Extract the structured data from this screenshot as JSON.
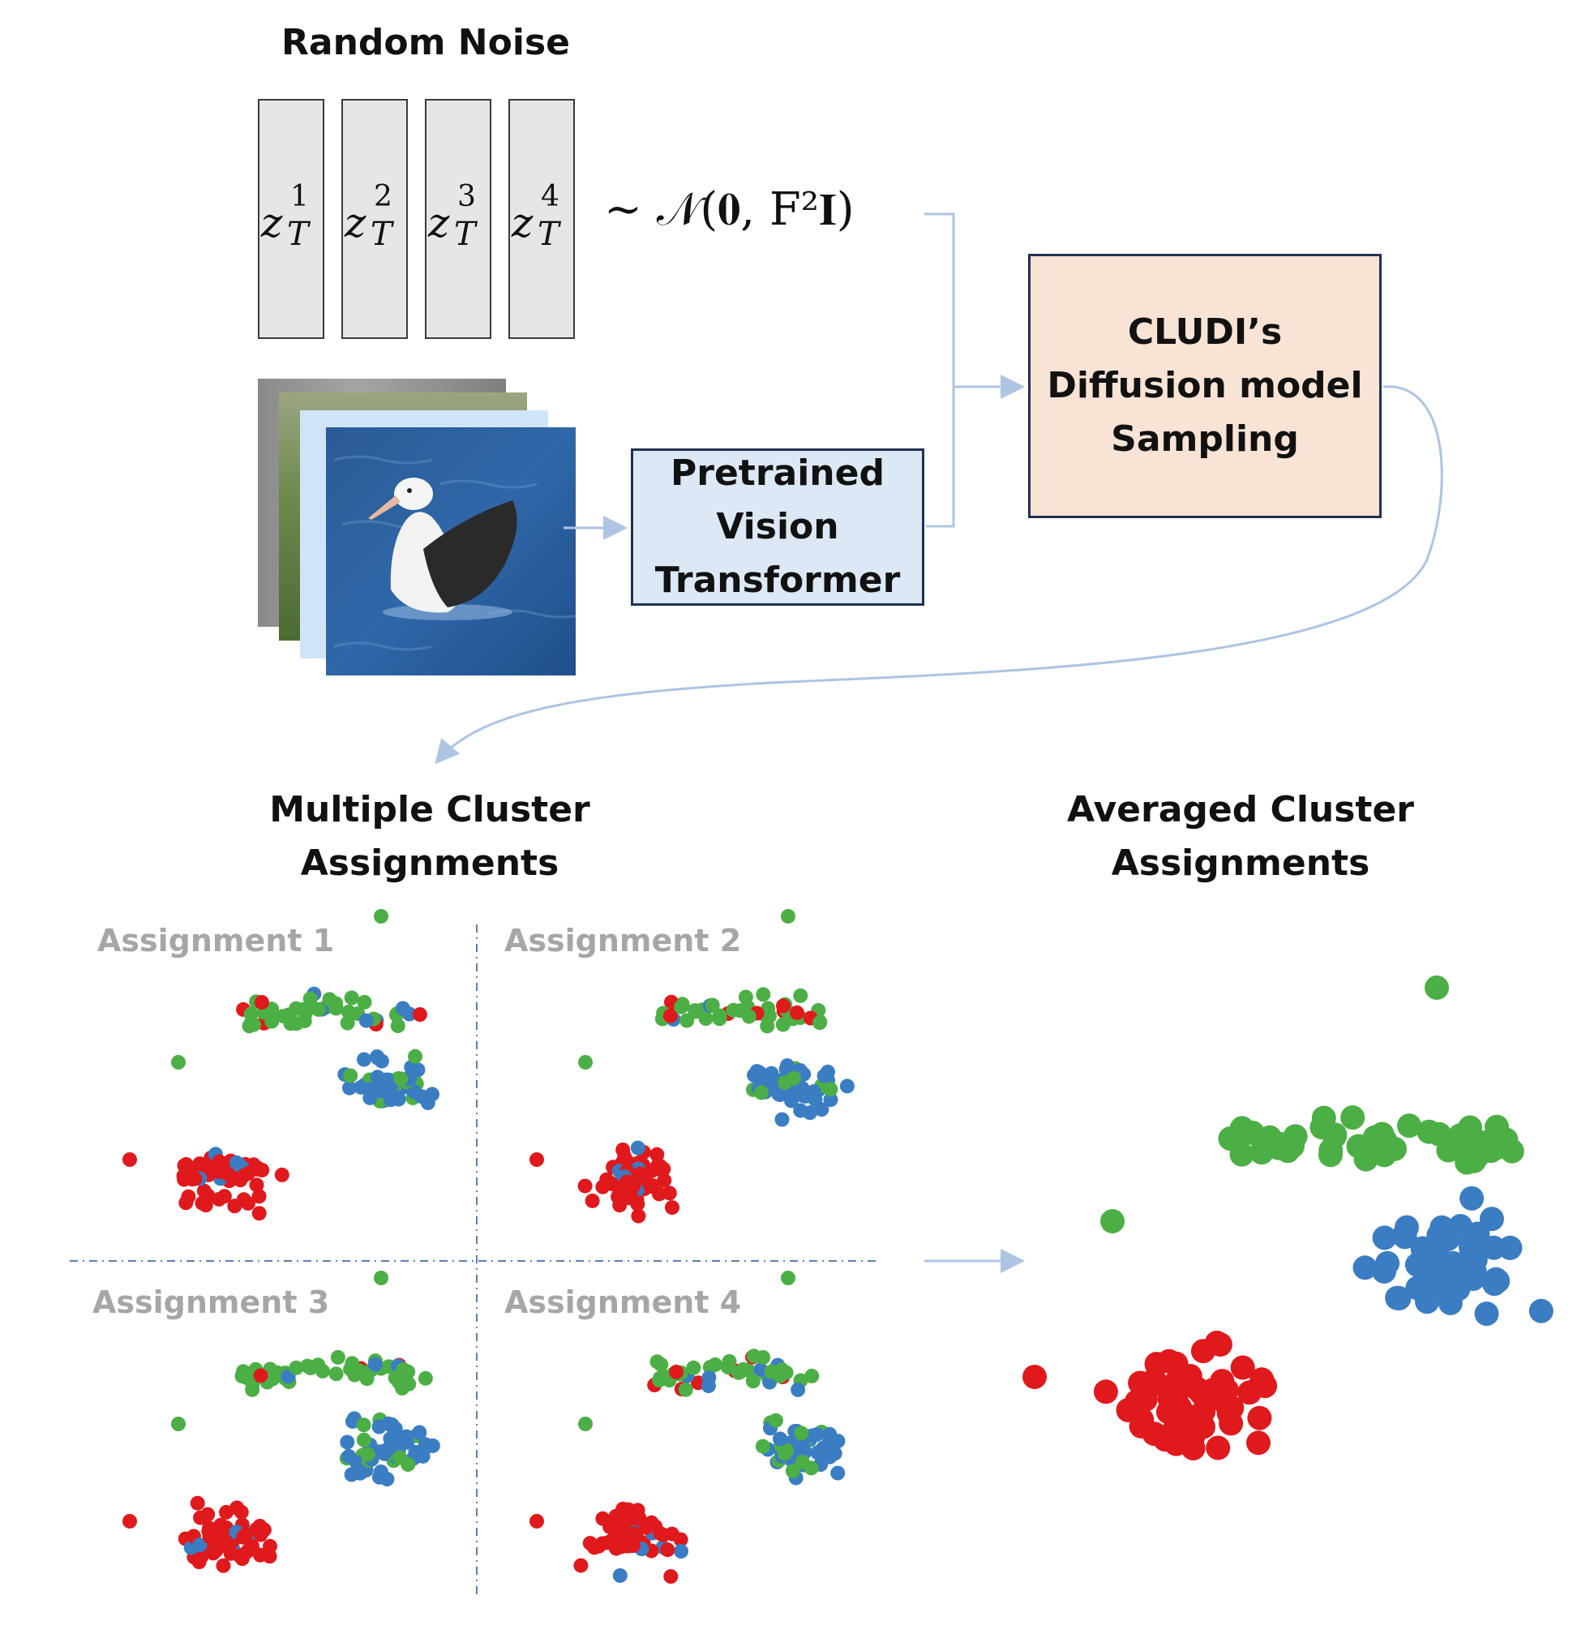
{
  "random_noise": {
    "title": "Random Noise",
    "vectors": [
      {
        "base": "z",
        "sup": "1",
        "sub": "T"
      },
      {
        "base": "z",
        "sup": "2",
        "sub": "T"
      },
      {
        "base": "z",
        "sup": "3",
        "sub": "T"
      },
      {
        "base": "z",
        "sup": "4",
        "sub": "T"
      }
    ],
    "distribution_label": "~ 𝒩(𝟎, F²𝐈)"
  },
  "vision_transformer": {
    "line1": "Pretrained",
    "line2": "Vision",
    "line3": "Transformer"
  },
  "diffusion_model": {
    "line1": "CLUDI’s",
    "line2": "Diffusion model",
    "line3": "Sampling"
  },
  "multiple_assignments": {
    "title_line1": "Multiple Cluster",
    "title_line2": "Assignments",
    "panels": [
      {
        "label": "Assignment 1"
      },
      {
        "label": "Assignment 2"
      },
      {
        "label": "Assignment 3"
      },
      {
        "label": "Assignment 4"
      }
    ]
  },
  "averaged_assignments": {
    "title_line1": "Averaged Cluster",
    "title_line2": "Assignments"
  },
  "colors": {
    "cluster_red": "#e0191c",
    "cluster_green": "#4caf45",
    "cluster_blue": "#3a7dc2",
    "arrow": "#aec4e3",
    "vit_fill": "#dce8f5",
    "diffusion_fill": "#f9e3d5",
    "box_border": "#1f3350"
  }
}
